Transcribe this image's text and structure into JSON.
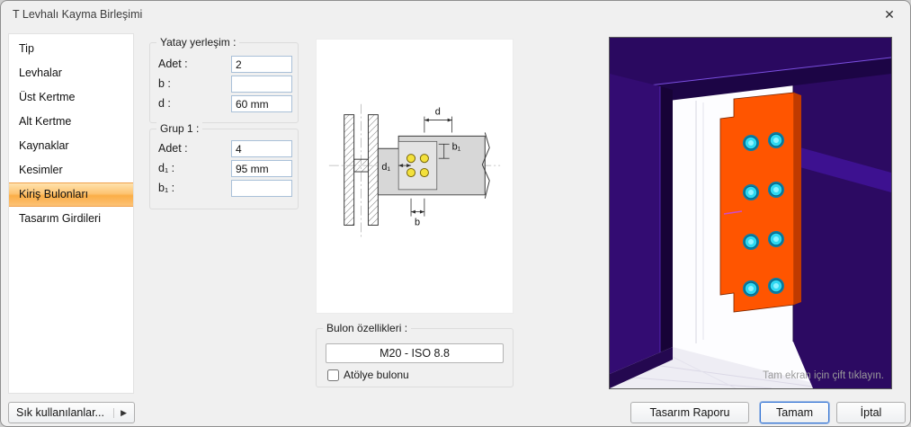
{
  "dialog": {
    "title": "T Levhalı Kayma Birleşimi",
    "close_glyph": "✕"
  },
  "sidebar": {
    "items": [
      {
        "label": "Tip"
      },
      {
        "label": "Levhalar"
      },
      {
        "label": "Üst Kertme"
      },
      {
        "label": "Alt Kertme"
      },
      {
        "label": "Kaynaklar"
      },
      {
        "label": "Kesimler"
      },
      {
        "label": "Kiriş Bulonları"
      },
      {
        "label": "Tasarım Girdileri"
      }
    ],
    "selected_item": "Kiriş Bulonları",
    "favorites_button": {
      "label": "Sık kullanılanlar...",
      "arrow_glyph": "▶"
    }
  },
  "groups": {
    "yatay": {
      "title": "Yatay yerleşim :",
      "fields": [
        {
          "label": "Adet :",
          "value": "2"
        },
        {
          "label": "b :",
          "value": ""
        },
        {
          "label": "d :",
          "value": "60 mm"
        }
      ]
    },
    "grup1": {
      "title": "Grup 1 :",
      "fields": [
        {
          "label": "Adet :",
          "value": "4"
        },
        {
          "label": "d₁ :",
          "value": "95 mm"
        },
        {
          "label": "b₁ :",
          "value": ""
        }
      ]
    },
    "bulon": {
      "title": "Bulon özellikleri :",
      "bolt_spec": "M20 - ISO 8.8",
      "checkbox": {
        "label": "Atölye bulonu",
        "checked": false
      }
    }
  },
  "diagram": {
    "labels": {
      "d": "d",
      "b1": "b₁",
      "d1": "d₁",
      "b": "b"
    }
  },
  "preview": {
    "hint": "Tam ekran için çift tıklayın."
  },
  "footer": {
    "design_report": "Tasarım Raporu",
    "ok": "Tamam",
    "cancel": "İptal"
  },
  "colors": {
    "selection_orange": "#fbae47",
    "plate_orange": "#ff5500",
    "beam_purple": "#2a0960",
    "bolt_cyan": "#2fd8f2",
    "bolt_yellow_2d": "#f3e13c"
  }
}
